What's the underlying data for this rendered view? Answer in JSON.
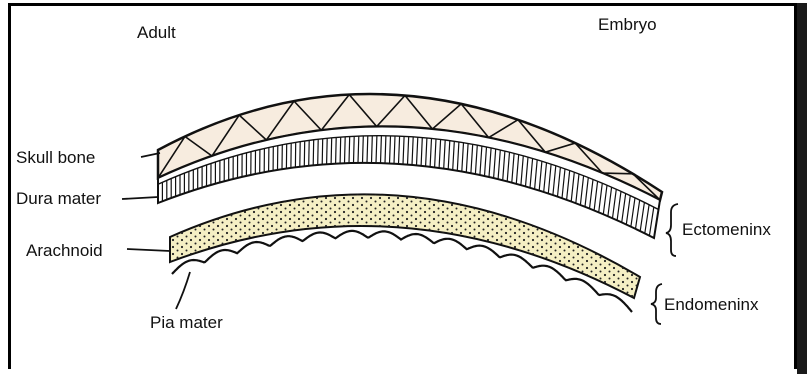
{
  "labels": {
    "adult": "Adult",
    "embryo": "Embryo",
    "skull_bone": "Skull bone",
    "dura_mater": "Dura mater",
    "arachnoid": "Arachnoid",
    "pia_mater": "Pia mater",
    "ectomeninx": "Ectomeninx",
    "endomeninx": "Endomeninx"
  },
  "colors": {
    "ink": "#111111",
    "skull_fill": "#f7ecdf",
    "arachnoid_fill": "#f5efc4",
    "frame": "#000000"
  }
}
